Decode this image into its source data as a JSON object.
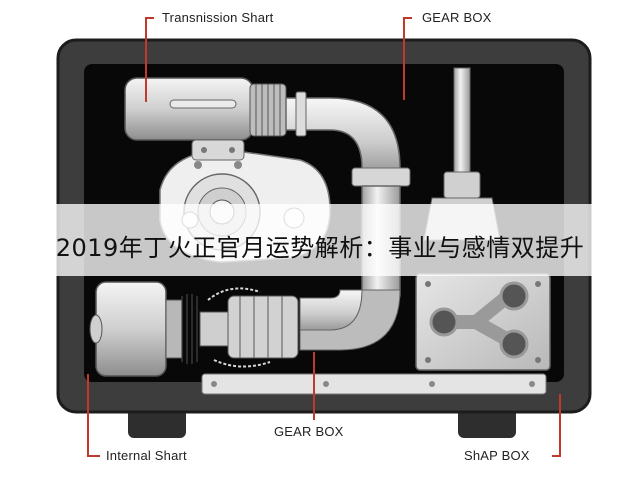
{
  "labels": {
    "transmission_shaft": "Transnission Shart",
    "gear_box_top": "GEAR BOX",
    "gear_box_bottom": "GEAR BOX",
    "internal_shaft": "Internal Shart",
    "shap_box": "ShAP BOX"
  },
  "banner": {
    "text": "2019年丁火正官月运势解析：事业与感情双提升"
  },
  "colors": {
    "callout_line": "#c0392b",
    "cabinet": "#3a3a3a",
    "interior": "#0a0a0a",
    "metal": "#d9d9d9"
  }
}
